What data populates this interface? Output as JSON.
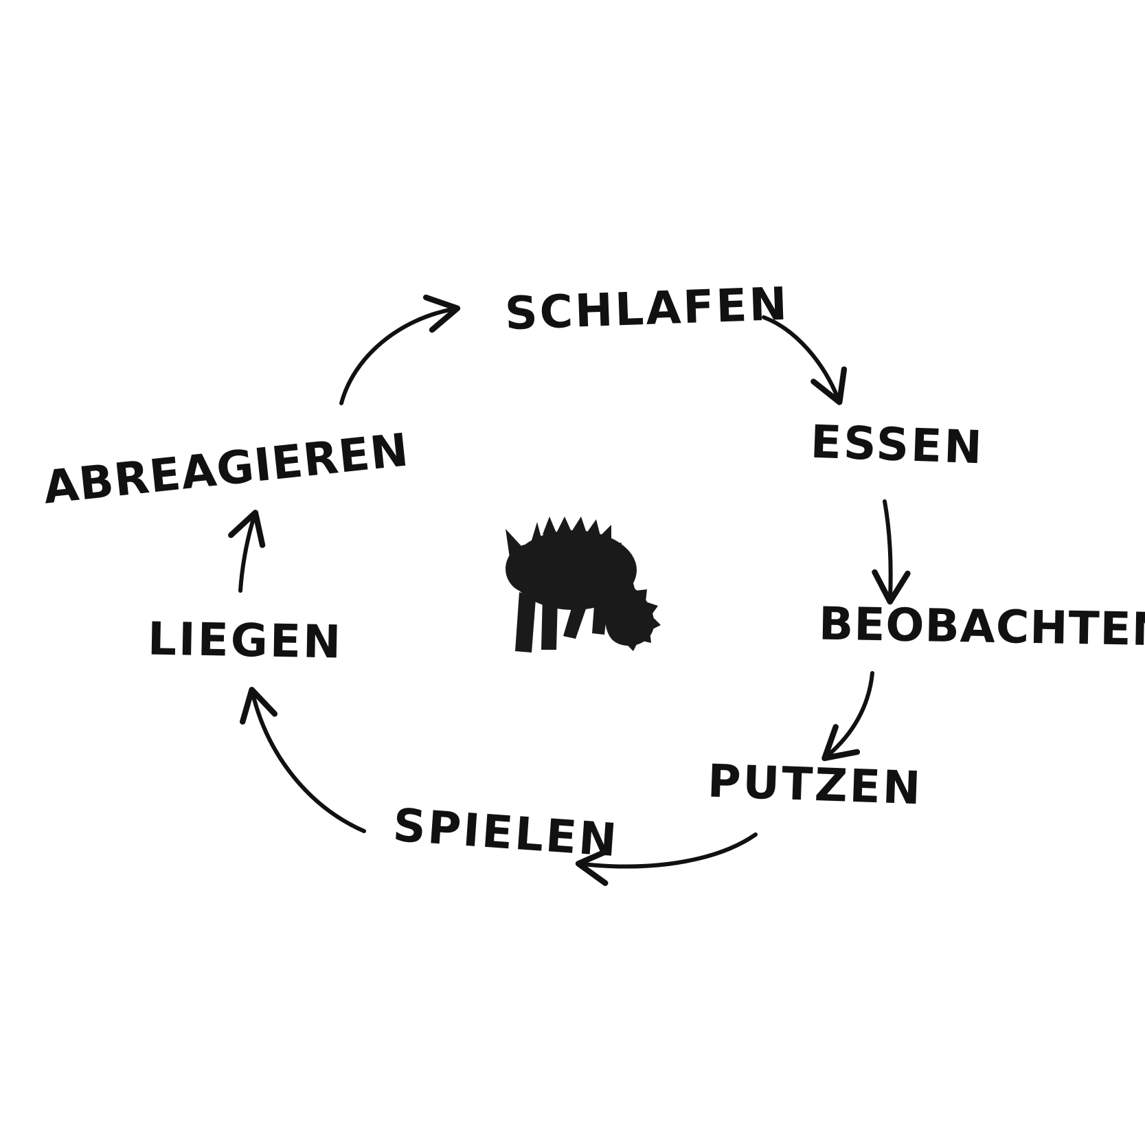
{
  "diagram": {
    "nodes": [
      {
        "id": "schlafen",
        "label": "SCHLAFEN"
      },
      {
        "id": "essen",
        "label": "ESSEN"
      },
      {
        "id": "beobachten",
        "label": "BEOBACHTEN"
      },
      {
        "id": "putzen",
        "label": "PUTZEN"
      },
      {
        "id": "spielen",
        "label": "SPIELEN"
      },
      {
        "id": "liegen",
        "label": "LIEGEN"
      },
      {
        "id": "abreagieren",
        "label": "ABREAGIEREN"
      }
    ],
    "edges": [
      {
        "from": "schlafen",
        "to": "essen"
      },
      {
        "from": "essen",
        "to": "beobachten"
      },
      {
        "from": "beobachten",
        "to": "putzen"
      },
      {
        "from": "putzen",
        "to": "spielen"
      },
      {
        "from": "spielen",
        "to": "liegen"
      },
      {
        "from": "liegen",
        "to": "abreagieren"
      },
      {
        "from": "abreagieren",
        "to": "schlafen"
      }
    ],
    "center_icon": "black-cat-silhouette-icon",
    "ink_color": "#111111",
    "background_color": "#ffffff"
  }
}
